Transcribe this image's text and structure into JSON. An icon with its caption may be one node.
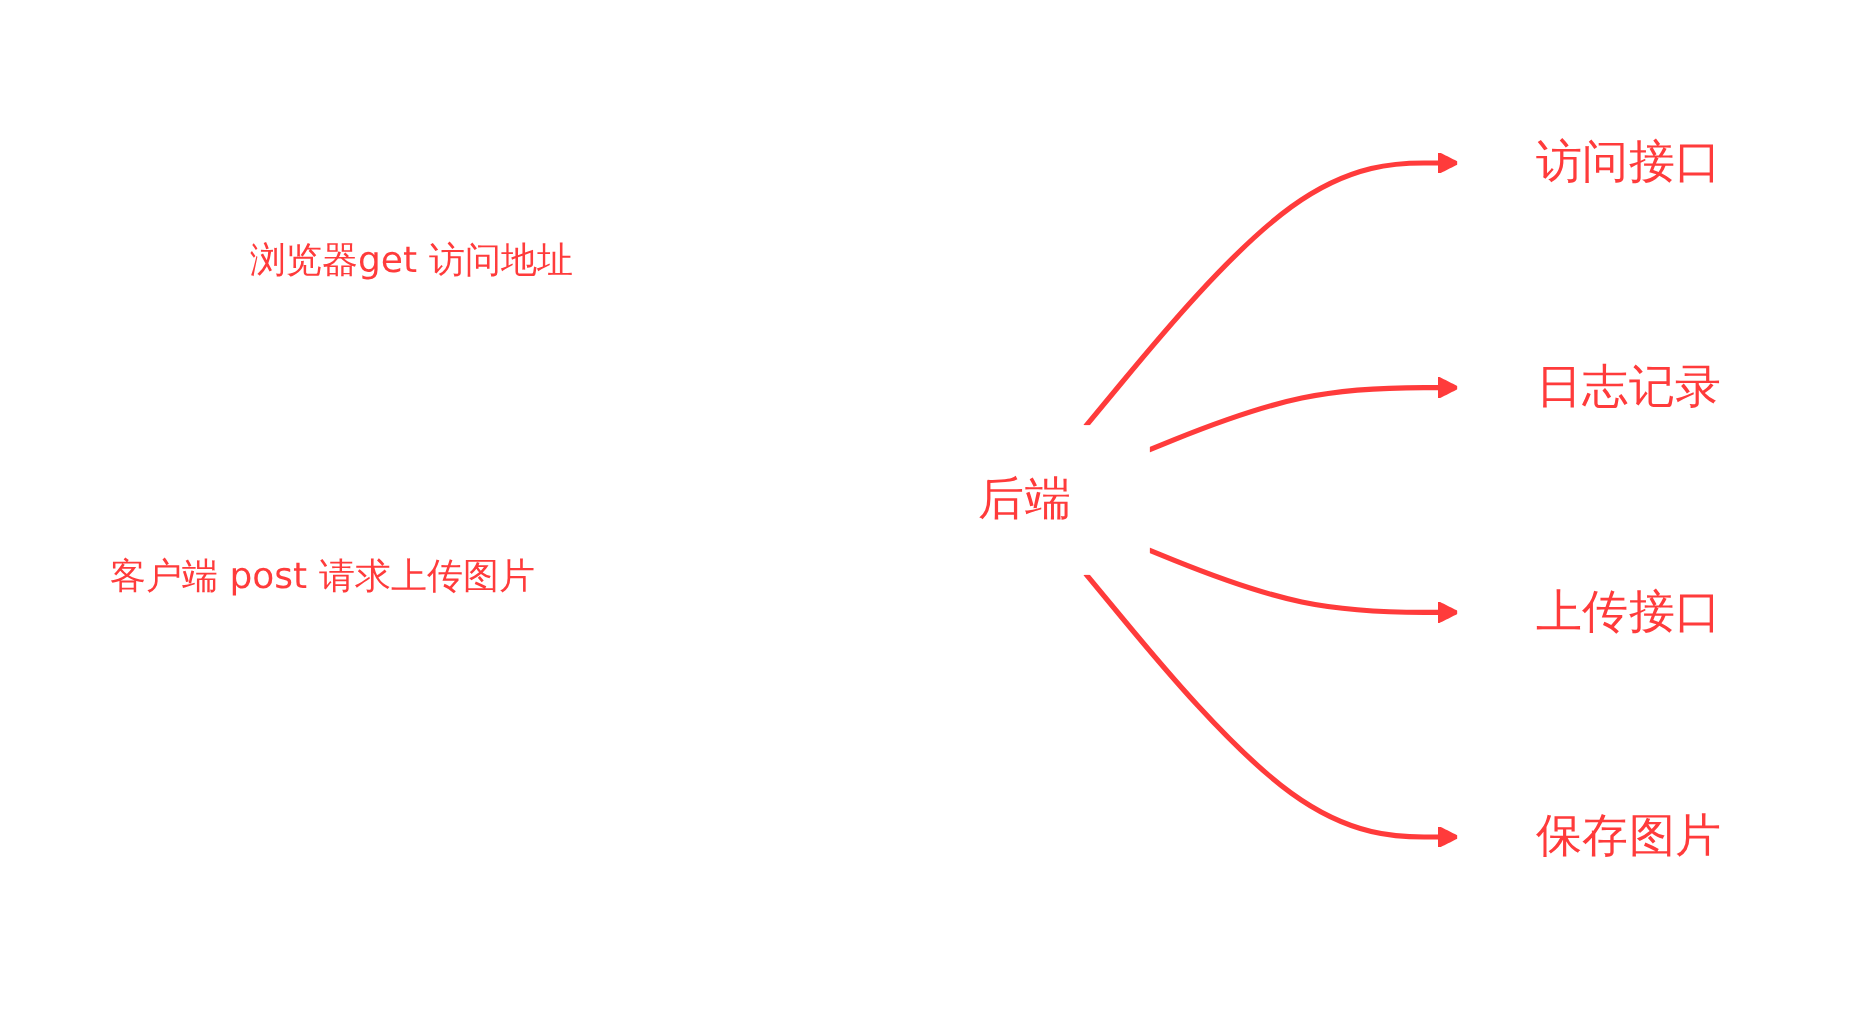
{
  "diagram": {
    "nodes": [
      {
        "text": [
          "访问接口"
        ]
      },
      {
        "text": [
          "日志记录"
        ]
      },
      {
        "text": [
          "后端"
        ]
      },
      {
        "text": [
          "上传接口"
        ]
      },
      {
        "text": [
          "保存图片"
        ]
      }
    ],
    "edges": [
      {
        "from": 2,
        "to": 0,
        "arrow": "to"
      },
      {
        "from": 2,
        "to": 1,
        "arrow": "to"
      },
      {
        "from": 2,
        "to": 3,
        "arrow": "to"
      },
      {
        "from": 2,
        "to": 4,
        "arrow": "to"
      }
    ],
    "labels": [
      "浏览器get 访问地址",
      "客户端 post 请求上传图片"
    ]
  }
}
